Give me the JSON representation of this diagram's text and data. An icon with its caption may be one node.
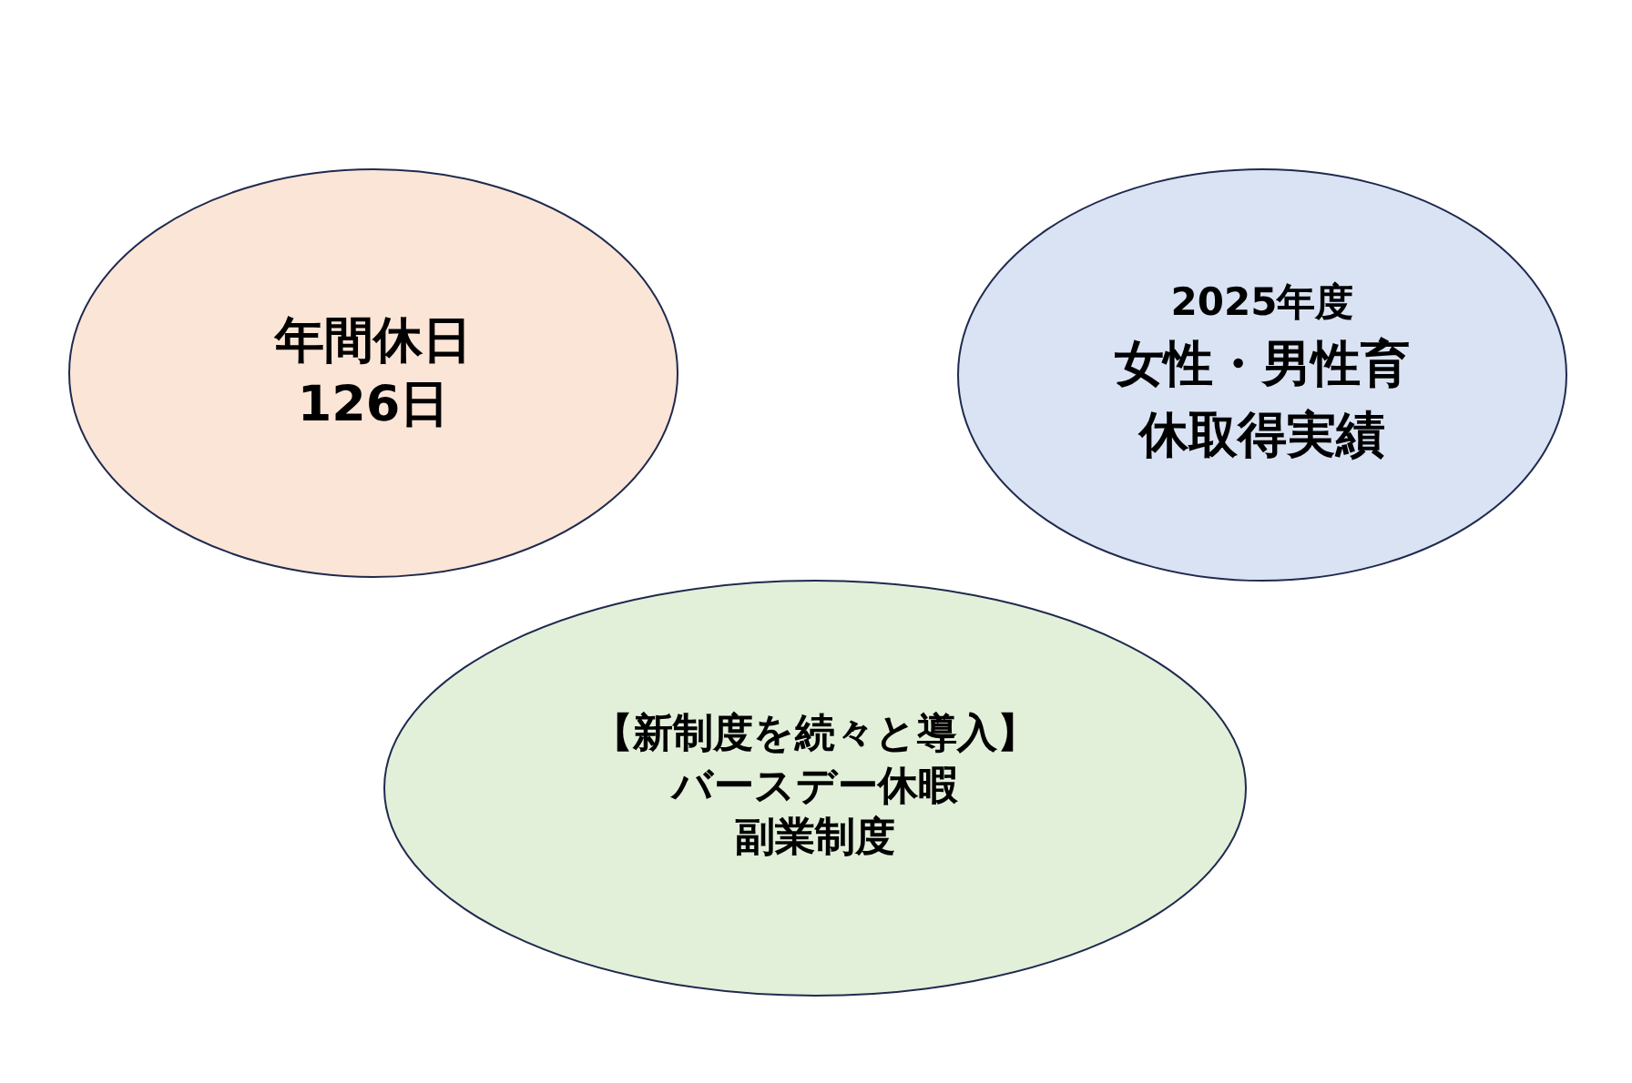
{
  "diagram": {
    "nodes": [
      {
        "text": [
          "年間休日",
          "126日"
        ]
      },
      {
        "text": [
          "2025年度",
          "女性・男性育休取得実績"
        ]
      },
      {
        "text": [
          "【新制度を続々と導入】",
          "バースデー休暇",
          "副業制度"
        ]
      }
    ]
  }
}
